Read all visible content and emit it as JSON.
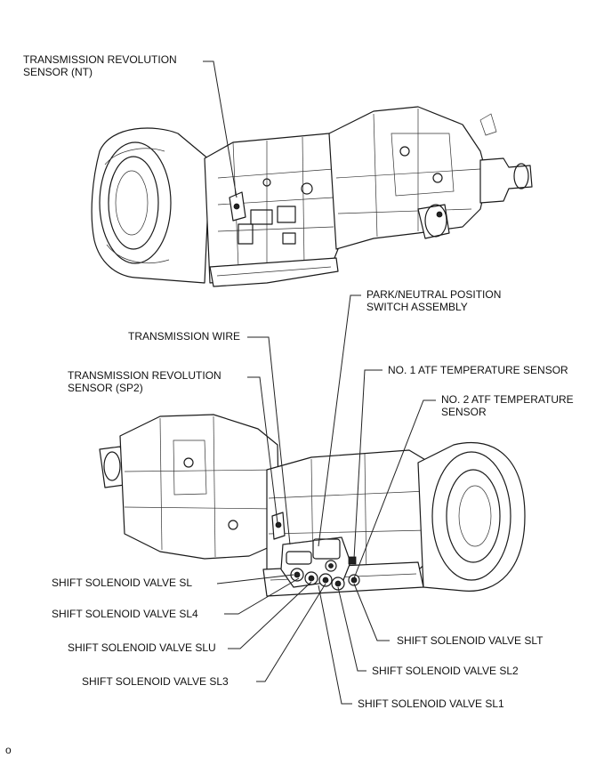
{
  "labels": {
    "nt_line1": "TRANSMISSION REVOLUTION",
    "nt_line2": "SENSOR (NT)",
    "pnp_line1": "PARK/NEUTRAL POSITION",
    "pnp_line2": "SWITCH ASSEMBLY",
    "wire": "TRANSMISSION WIRE",
    "sp2_line1": "TRANSMISSION REVOLUTION",
    "sp2_line2": "SENSOR (SP2)",
    "atf1": "NO. 1 ATF TEMPERATURE SENSOR",
    "atf2_line1": "NO. 2 ATF TEMPERATURE",
    "atf2_line2": "SENSOR",
    "sl": "SHIFT SOLENOID VALVE SL",
    "sl4": "SHIFT SOLENOID VALVE SL4",
    "slu": "SHIFT SOLENOID VALVE SLU",
    "sl3": "SHIFT SOLENOID VALVE SL3",
    "slt": "SHIFT SOLENOID VALVE SLT",
    "sl2": "SHIFT SOLENOID VALVE SL2",
    "sl1": "SHIFT SOLENOID VALVE SL1"
  },
  "figure_code": "o"
}
